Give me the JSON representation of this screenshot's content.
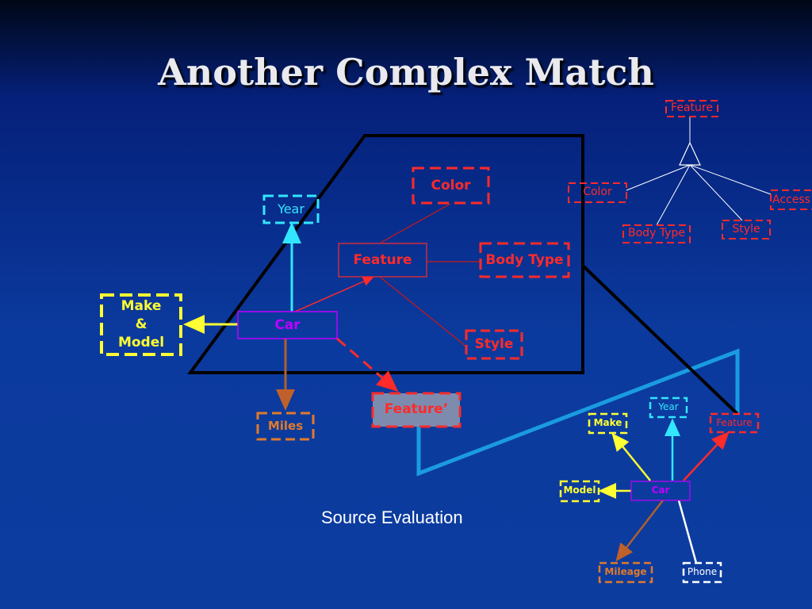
{
  "slide": {
    "title": "Another Complex Match",
    "caption": "Source Evaluation"
  },
  "left_diagram": {
    "car": "Car",
    "year": "Year",
    "make_model": [
      "Make",
      "&",
      "Model"
    ],
    "miles": "Miles",
    "feature": "Feature",
    "color": "Color",
    "body_type": "Body Type",
    "style": "Style",
    "feature_prime": "Feature’"
  },
  "top_right_diagram": {
    "feature": "Feature",
    "color": "Color",
    "body_type": "Body Type",
    "style": "Style",
    "accessories_partial": "Access"
  },
  "bottom_right_diagram": {
    "make": "Make",
    "year": "Year",
    "feature": "Feature",
    "model": "Model",
    "car": "Car",
    "mileage": "Mileage",
    "phone": "Phone"
  },
  "colors": {
    "red": "#ff2a2a",
    "yellow": "#ffff33",
    "cyan": "#33e6ff",
    "purple": "#c000ff",
    "orange": "#e07a2a",
    "white": "#ffffff",
    "light_blue": "#1a9be0"
  }
}
